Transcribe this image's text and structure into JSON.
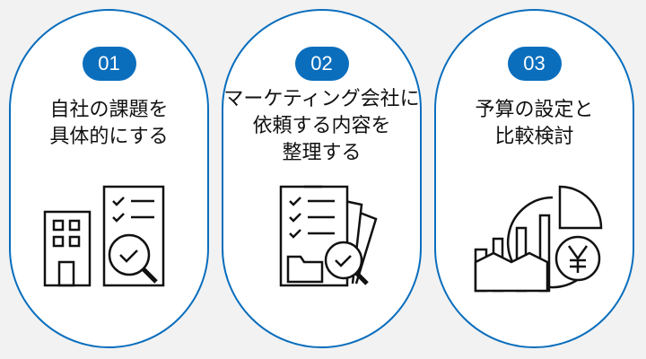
{
  "steps": [
    {
      "number": "01",
      "title_lines": [
        "自社の課題を",
        "具体的にする"
      ],
      "icon": "building-checklist-magnifier-icon"
    },
    {
      "number": "02",
      "title_lines": [
        "マーケティング会社に",
        "依頼する内容を",
        "整理する"
      ],
      "icon": "documents-checklist-icon"
    },
    {
      "number": "03",
      "title_lines": [
        "予算の設定と",
        "比較検討"
      ],
      "icon": "bar-pie-yen-chart-icon"
    }
  ],
  "colors": {
    "accent": "#0a6ebd",
    "background": "#f2f2f2"
  }
}
